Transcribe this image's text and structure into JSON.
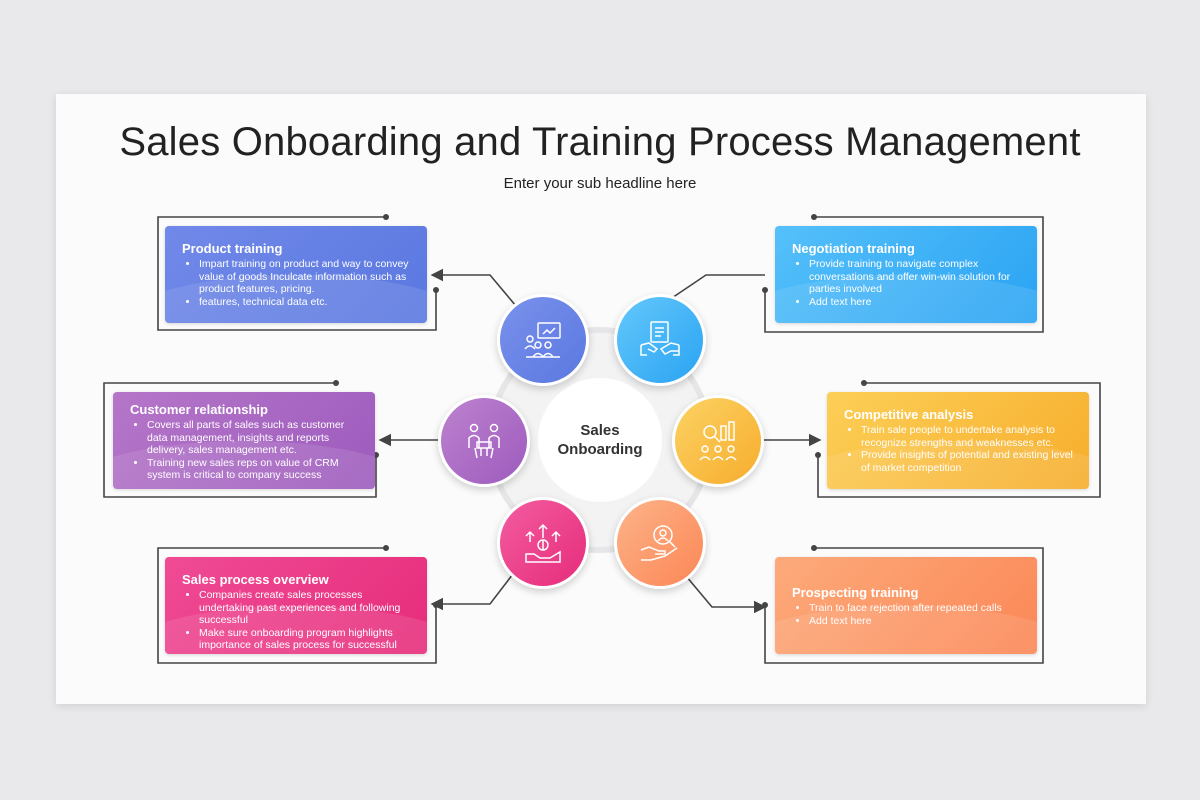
{
  "title": "Sales Onboarding and Training Process Management",
  "subtitle": "Enter your sub headline here",
  "center": {
    "line1": "Sales",
    "line2": "Onboarding"
  },
  "colors": {
    "product": [
      "#6f86e8",
      "#5a78e0"
    ],
    "negotiation": [
      "#49b8f8",
      "#2aa3f3"
    ],
    "customer": [
      "#b06bc4",
      "#9d5bbd"
    ],
    "competitive": [
      "#fbc74a",
      "#f7ad2c"
    ],
    "sales_process": [
      "#ee3f8e",
      "#e62c7b"
    ],
    "prospecting": [
      "#fda06f",
      "#fb8756"
    ]
  },
  "cards": {
    "product": {
      "title": "Product training",
      "bullets": [
        "Impart training on product and way to convey value of goods Inculcate information such as product features, pricing.",
        "features, technical data etc."
      ]
    },
    "negotiation": {
      "title": "Negotiation training",
      "bullets": [
        "Provide training to navigate complex conversations and offer win-win solution for parties involved",
        "Add text here"
      ]
    },
    "customer": {
      "title": "Customer relationship",
      "bullets": [
        "Covers all parts of sales such as customer data management, insights and reports delivery, sales management etc.",
        "Training new sales reps on value of CRM system is critical to company success"
      ]
    },
    "competitive": {
      "title": "Competitive analysis",
      "bullets": [
        "Train sale people to undertake analysis to recognize strengths and weaknesses etc.",
        "Provide insights of potential and existing level of market competition"
      ]
    },
    "sales_process": {
      "title": "Sales process overview",
      "bullets": [
        "Companies create sales processes undertaking past experiences and following successful",
        "Make sure onboarding program highlights importance of sales process for successful"
      ]
    },
    "prospecting": {
      "title": "Prospecting training",
      "bullets": [
        "Train to face rejection after repeated calls",
        "Add text here"
      ]
    }
  },
  "icons": {
    "product": "presentation-training-icon",
    "negotiation": "handshake-contract-icon",
    "customer": "customer-meeting-icon",
    "competitive": "analysis-chart-icon",
    "sales_process": "growth-process-icon",
    "prospecting": "search-prospect-icon"
  }
}
